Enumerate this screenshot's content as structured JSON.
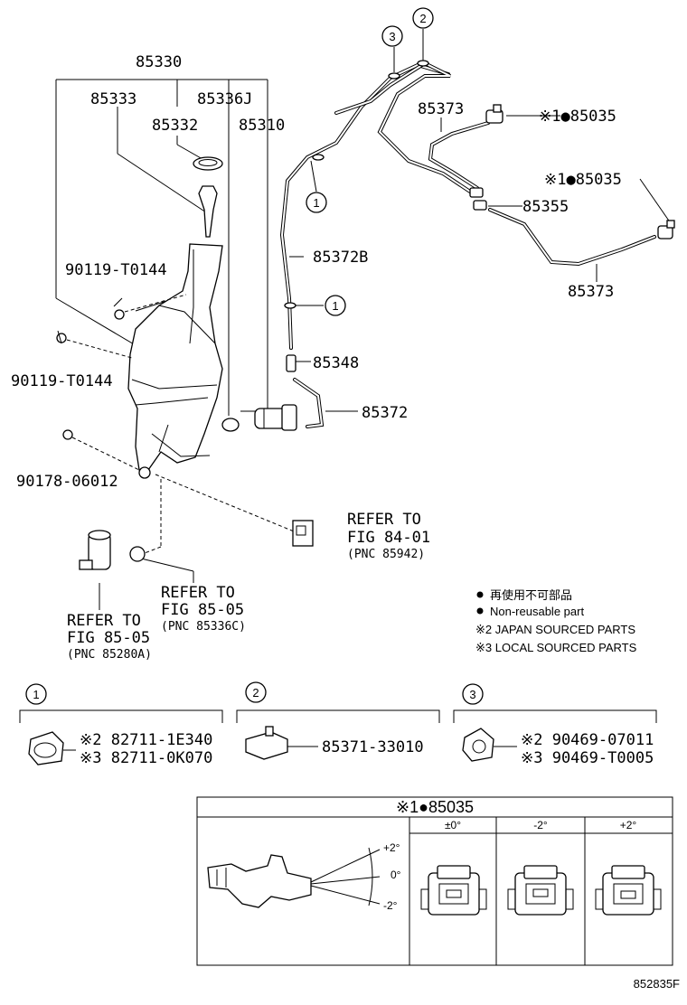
{
  "parts": {
    "p85330": "85330",
    "p85333": "85333",
    "p85336J": "85336J",
    "p85332": "85332",
    "p85310": "85310",
    "p90119a": "90119-T0144",
    "p90119b": "90119-T0144",
    "p90178": "90178-06012",
    "p85372B": "85372B",
    "p85348": "85348",
    "p85372": "85372",
    "p85373a": "85373",
    "p85373b": "85373",
    "p85355": "85355",
    "p85035a": "※1●85035",
    "p85035b": "※1●85035"
  },
  "refs": {
    "fig8401": {
      "line1": "REFER TO",
      "line2": "FIG 84-01",
      "line3": "(PNC 85942)"
    },
    "fig8505c": {
      "line1": "REFER TO",
      "line2": "FIG 85-05",
      "line3": "(PNC 85336C)"
    },
    "fig8505a": {
      "line1": "REFER TO",
      "line2": "FIG 85-05",
      "line3": "(PNC 85280A)"
    }
  },
  "callouts": {
    "c1": "1",
    "c2": "2",
    "c3": "3"
  },
  "legend": {
    "jp": "再使用不可部品",
    "en": "Non-reusable part",
    "note2": "※2 JAPAN SOURCED PARTS",
    "note3": "※3 LOCAL SOURCED PARTS"
  },
  "detail1": {
    "num": "1",
    "a": "※2 82711-1E340",
    "b": "※3 82711-0K070"
  },
  "detail2": {
    "num": "2",
    "a": "85371-33010"
  },
  "detail3": {
    "num": "3",
    "a": "※2 90469-07011",
    "b": "※3 90469-T0005"
  },
  "nozzle_table": {
    "title": "※1●85035",
    "cols": [
      "±0°",
      "-2°",
      "+2°"
    ],
    "angle_plus": "+2°",
    "angle_zero": "0°",
    "angle_minus": "-2°"
  },
  "figure_code": "852835F"
}
